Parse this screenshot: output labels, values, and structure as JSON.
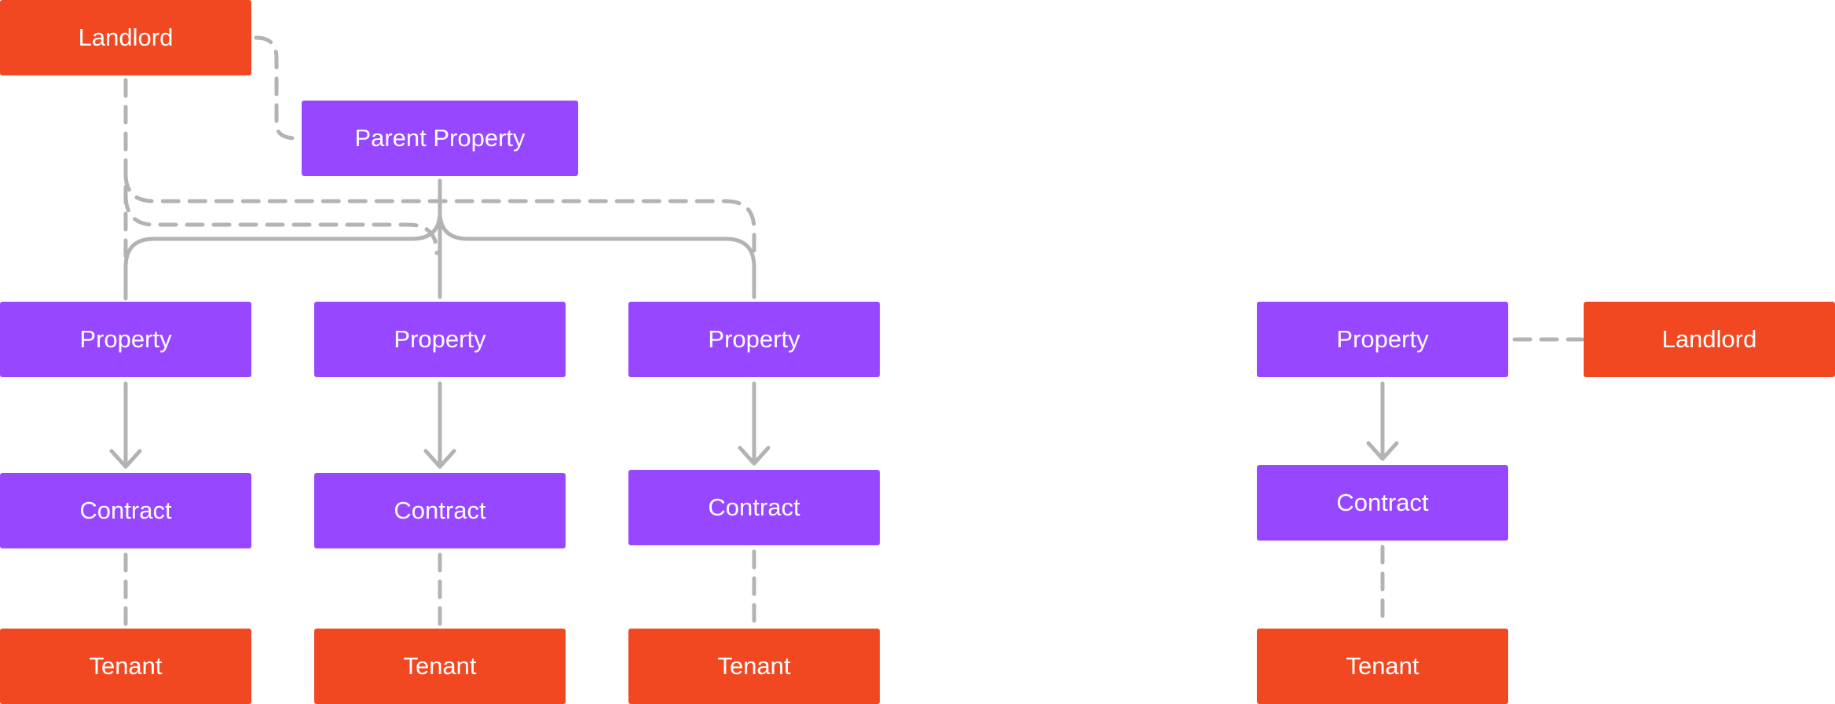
{
  "colors": {
    "entity_owner": "#F24822",
    "entity_asset": "#9747FF",
    "connector": "#B3B3B3",
    "text": "#FFFFFF"
  },
  "left_diagram": {
    "landlord": "Landlord",
    "parent_property": "Parent Property",
    "columns": [
      {
        "property": "Property",
        "contract": "Contract",
        "tenant": "Tenant"
      },
      {
        "property": "Property",
        "contract": "Contract",
        "tenant": "Tenant"
      },
      {
        "property": "Property",
        "contract": "Contract",
        "tenant": "Tenant"
      }
    ]
  },
  "right_diagram": {
    "property": "Property",
    "landlord": "Landlord",
    "contract": "Contract",
    "tenant": "Tenant"
  }
}
